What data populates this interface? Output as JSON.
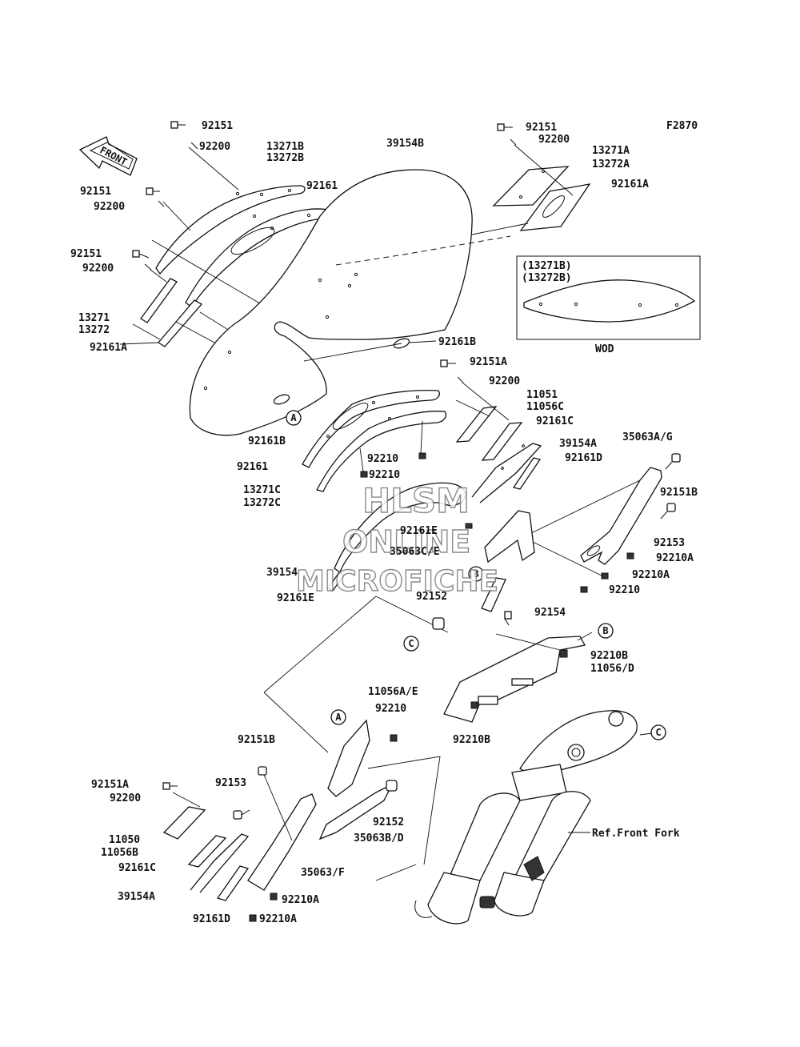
{
  "figure_code": "F2870",
  "front_arrow_label": "FRONT",
  "inset": {
    "lines": [
      "(13271B)",
      "(13272B)"
    ],
    "caption": "WOD"
  },
  "watermark": [
    "HLSM",
    "ONLINE",
    "MICROFICHE"
  ],
  "callouts": [
    "A",
    "A",
    "B",
    "B",
    "C",
    "C"
  ],
  "parts": [
    "92151",
    "92200",
    "13271B",
    "13272B",
    "39154B",
    "92151",
    "92200",
    "13271A",
    "13272A",
    "92161A",
    "92151",
    "92200",
    "92161",
    "92151",
    "92200",
    "13271",
    "13272",
    "92161A",
    "92161B",
    "92161B",
    "92151A",
    "92200",
    "11051",
    "11056C",
    "92161C",
    "39154A",
    "92161D",
    "35063A/G",
    "92151B",
    "92153",
    "92210A",
    "92210A",
    "92210",
    "92210",
    "92210",
    "92161",
    "13271C",
    "13272C",
    "92161E",
    "35063C/E",
    "39154",
    "92161E",
    "92152",
    "92154",
    "92210B",
    "11056/D",
    "11056A/E",
    "92210",
    "92210B",
    "92151B",
    "92153",
    "92151A",
    "92200",
    "11050",
    "11056B",
    "92161C",
    "39154A",
    "92161D",
    "92152",
    "35063B/D",
    "35063/F",
    "92210A",
    "92210A"
  ],
  "reference_label": "Ref.Front Fork"
}
